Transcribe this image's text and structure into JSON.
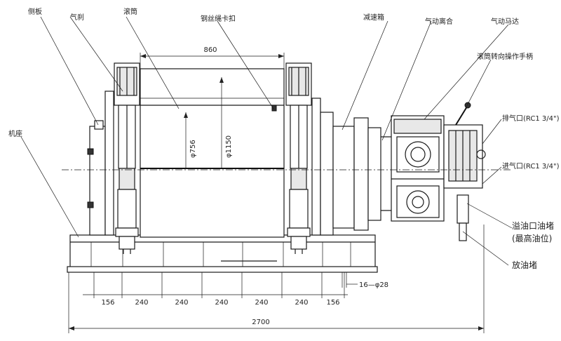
{
  "labels": {
    "side_plate": "侧板",
    "brake": "气刹",
    "drum": "滚筒",
    "rope_clamp": "钢丝绳卡扣",
    "reducer": "减速箱",
    "air_clutch": "气动离合",
    "air_motor": "气动马达",
    "drum_operating_handle": "滚筒转向操作手柄",
    "exhaust_port": "排气口(RC1 3/4\")",
    "intake_port": "进气口(RC1 3/4\")",
    "overflow_plug_line1": "溢油口油堵",
    "overflow_plug_line2": "(最高油位)",
    "drain_plug": "放油堵",
    "base": "机座"
  },
  "dimensions": {
    "drum_width": "860",
    "drum_core_dia": "φ756",
    "flange_dia": "φ1150",
    "hole_spec": "16—φ28",
    "pitch_first": "156",
    "pitch_1": "240",
    "pitch_2": "240",
    "pitch_3": "240",
    "pitch_4": "240",
    "pitch_5": "240",
    "pitch_last": "156",
    "overall_length": "2700"
  }
}
